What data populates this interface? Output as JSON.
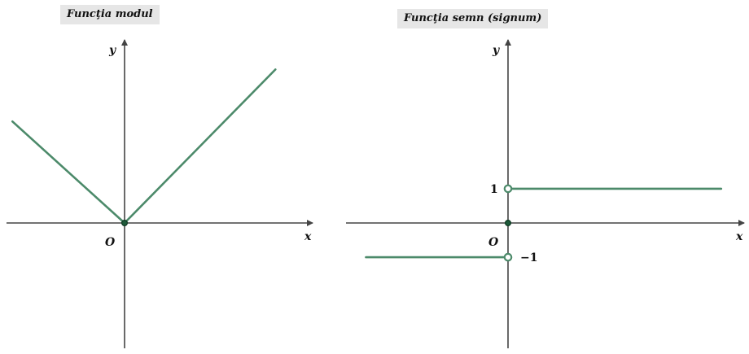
{
  "colors": {
    "curve": "#4c8a6a",
    "axis": "#444444",
    "point_fill": "#1e5a3a",
    "title_bg": "#e6e6e6"
  },
  "chart_data": [
    {
      "type": "line",
      "title": "Funcţia modul",
      "xlabel": "x",
      "ylabel": "y",
      "origin_label": "O",
      "xlim": [
        -1.6,
        2.4
      ],
      "ylim": [
        -1.6,
        2.3
      ],
      "grid": false,
      "series": [
        {
          "x": [
            -1.45,
            0
          ],
          "y": [
            1.27,
            0
          ]
        },
        {
          "x": [
            0,
            1.95
          ],
          "y": [
            0,
            1.92
          ]
        }
      ],
      "points": [
        {
          "x": 0,
          "y": 0,
          "style": "filled"
        }
      ]
    },
    {
      "type": "line",
      "title": "Funcţia semn (signum)",
      "xlabel": "x",
      "ylabel": "y",
      "origin_label": "O",
      "xlim": [
        -4.4,
        6.9
      ],
      "ylim": [
        -3.8,
        5.3
      ],
      "grid": false,
      "series": [
        {
          "x": [
            -4.0,
            0
          ],
          "y": [
            -1,
            -1
          ]
        },
        {
          "x": [
            0,
            6.0
          ],
          "y": [
            1,
            1
          ]
        }
      ],
      "points": [
        {
          "x": 0,
          "y": 1,
          "style": "open"
        },
        {
          "x": 0,
          "y": -1,
          "style": "open"
        },
        {
          "x": 0,
          "y": 0,
          "style": "filled"
        }
      ],
      "y_tick_labels": [
        {
          "value": 1,
          "label": "1"
        },
        {
          "value": -1,
          "label": "−1"
        }
      ]
    }
  ]
}
